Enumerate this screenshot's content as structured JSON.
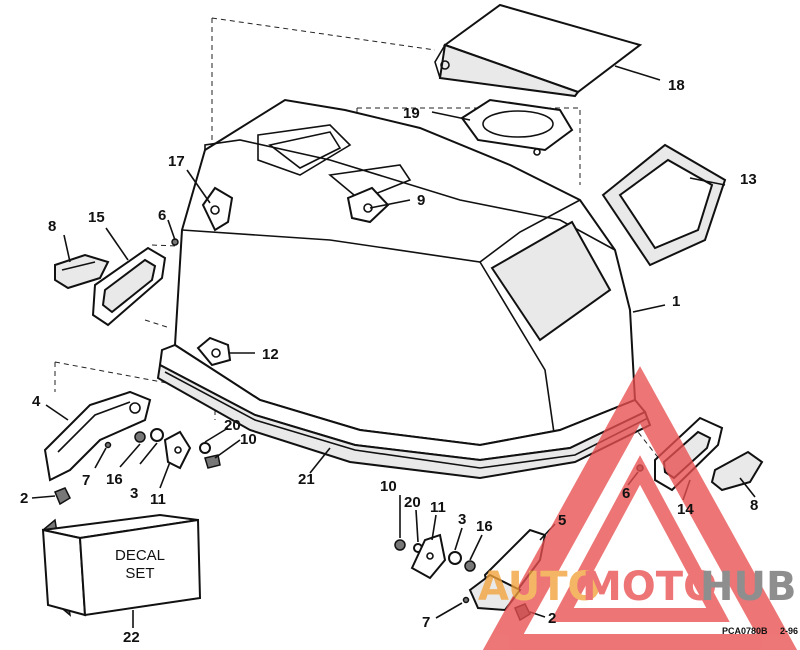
{
  "labels": {
    "l1": "1",
    "l2a": "2",
    "l2b": "2",
    "l3a": "3",
    "l3b": "3",
    "l4": "4",
    "l5": "5",
    "l6a": "6",
    "l6b": "6",
    "l7a": "7",
    "l7b": "7",
    "l8a": "8",
    "l8b": "8",
    "l9": "9",
    "l10a": "10",
    "l10b": "10",
    "l11a": "11",
    "l11b": "11",
    "l12": "12",
    "l13": "13",
    "l14": "14",
    "l15": "15",
    "l16a": "16",
    "l16b": "16",
    "l17": "17",
    "l18": "18",
    "l19": "19",
    "l20a": "20",
    "l20b": "20",
    "l21": "21",
    "l22": "22"
  },
  "decal": {
    "line1": "DECAL",
    "line2": "SET"
  },
  "footer": {
    "code": "PCA0780B",
    "date": "2-96"
  },
  "watermark": {
    "part1": "AUTO",
    "part2": "MOTO",
    "part3": "HUB"
  },
  "colors": {
    "watermark_red": "#e84f4f",
    "watermark_orange": "#f2a23a",
    "watermark_gray": "#6f6f6f"
  }
}
